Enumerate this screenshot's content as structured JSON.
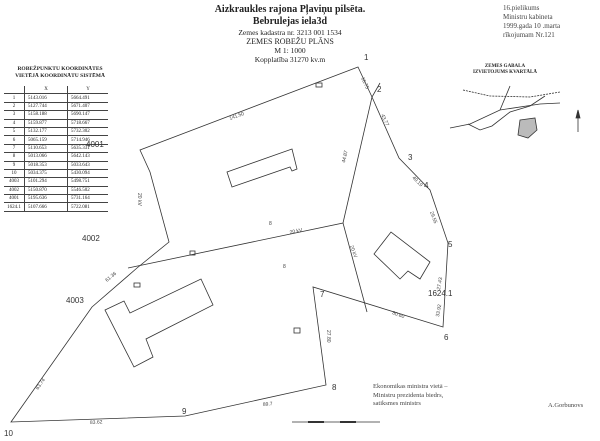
{
  "header": {
    "line1": "Aizkraukles rajona Pļaviņu pilsēta.",
    "line2": "Bebrulejas iela3d",
    "cadastre": "Zemes kadastra nr. 3213 001 1534",
    "title": "ZEMES ROBEŽU PLĀNS",
    "scale": "M 1: 1000",
    "area": "Kopplatība 31270 kv.m"
  },
  "annex": {
    "line1": "16.pielikums",
    "line2": "Ministru kabineta",
    "line3": "1999.gada 10 .marta",
    "line4": "rīkojumam Nr.121"
  },
  "table": {
    "title1": "ROBEŽPUNKTU KOORDINĀTES",
    "title2": "VIETĒJĀ KOORDINĀTU SISTĒMĀ",
    "headers": [
      "",
      "X",
      "Y"
    ],
    "rows": [
      [
        "1",
        "5143.016",
        "5664.491"
      ],
      [
        "2",
        "5127.744",
        "5671.407"
      ],
      [
        "3",
        "5158.188",
        "5690.147"
      ],
      [
        "4",
        "5159.877",
        "5718.667"
      ],
      [
        "5",
        "5132.177",
        "5732.302"
      ],
      [
        "6",
        "5065.159",
        "5714.946"
      ],
      [
        "7",
        "5110.653",
        "5635.331"
      ],
      [
        "8",
        "5013.066",
        "5642.143"
      ],
      [
        "9",
        "5018.353",
        "5033.643"
      ],
      [
        "10",
        "5034.375",
        "5430.094"
      ],
      [
        "4003",
        "5101.294",
        "5498.751"
      ],
      [
        "4002",
        "5150.870",
        "5546.502"
      ],
      [
        "4001",
        "5195.636",
        "5731.164"
      ],
      [
        "1624.1",
        "5107.666",
        "5722.081"
      ]
    ]
  },
  "inset": {
    "title1": "ZEMES GABALA",
    "title2": "IZVIETOJUMS KVARTĀLĀ"
  },
  "plan": {
    "points": [
      "1",
      "2",
      "3",
      "4",
      "5",
      "6",
      "7",
      "8",
      "9",
      "10",
      "4001",
      "4002",
      "4003",
      "1624.1"
    ],
    "lengths": [
      "141.50",
      "16.75",
      "43.77",
      "40.19",
      "29.55",
      "27.43",
      "33.92",
      "80.60",
      "27.80",
      "89.7",
      "83.62",
      "63.74",
      "61.36",
      "44.87",
      "20 kV",
      "20 kV",
      "20 kV"
    ],
    "parcel": "8"
  },
  "signature": {
    "line1": "Ekonomikas ministra vietā –",
    "line2": "Ministru prezidenta biedrs,",
    "line3": "satiksmes ministrs",
    "name": "A.Gorbunovs"
  }
}
